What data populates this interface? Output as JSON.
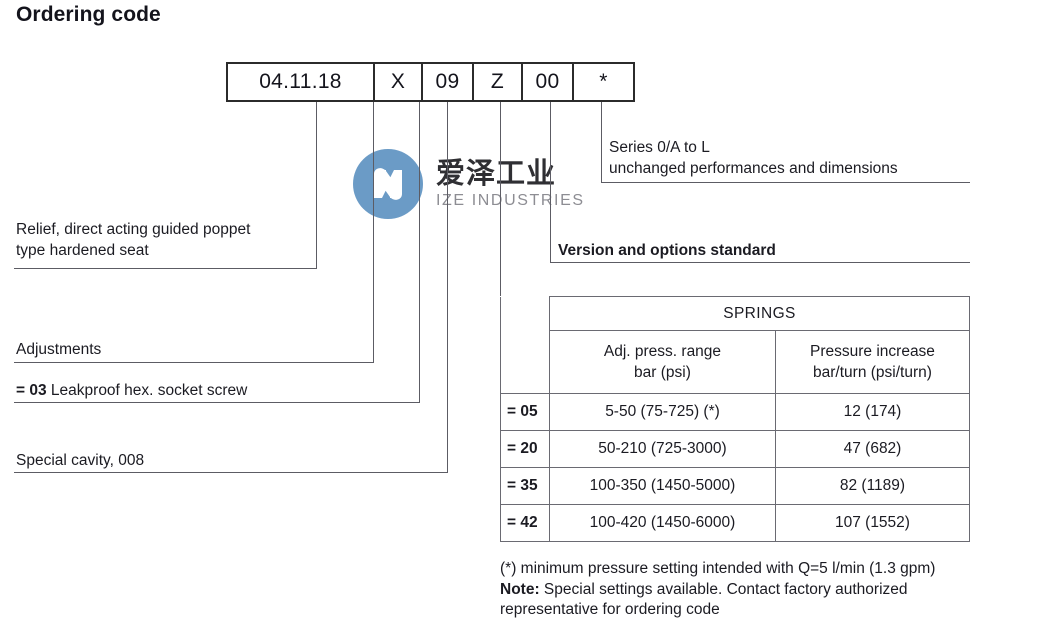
{
  "page": {
    "title": "Ordering code"
  },
  "code_row": {
    "cells": [
      {
        "value": "04.11.18"
      },
      {
        "value": "X"
      },
      {
        "value": "09"
      },
      {
        "value": "Z"
      },
      {
        "value": "00"
      },
      {
        "value": "*"
      }
    ]
  },
  "labels": {
    "relief_line1": "Relief, direct acting guided poppet",
    "relief_line2": "type hardened seat",
    "adjustments": "Adjustments",
    "adjust_code": "= 03",
    "adjust_text": "Leakproof hex. socket screw",
    "special_cavity": "Special cavity, 008",
    "series_line1": "Series 0/A to L",
    "series_line2": "unchanged performances and dimensions",
    "version": "Version and options standard"
  },
  "springs_table": {
    "title": "SPRINGS",
    "headers": [
      "Adj. press. range\nbar (psi)",
      "Pressure increase\nbar/turn (psi/turn)"
    ],
    "header_col1_line1": "Adj. press. range",
    "header_col1_line2": "bar (psi)",
    "header_col2_line1": "Pressure increase",
    "header_col2_line2": "bar/turn (psi/turn)",
    "rows": [
      {
        "code": "= 05",
        "range": "5-50 (75-725) (*)",
        "increase": "12 (174)"
      },
      {
        "code": "= 20",
        "range": "50-210 (725-3000)",
        "increase": "47 (682)"
      },
      {
        "code": "= 35",
        "range": "100-350 (1450-5000)",
        "increase": "82 (1189)"
      },
      {
        "code": "= 42",
        "range": "100-420 (1450-6000)",
        "increase": "107 (1552)"
      }
    ]
  },
  "footnotes": {
    "asterisk": "(*) minimum pressure setting intended with Q=5 l/min (1.3 gpm)",
    "note_label": "Note:",
    "note_text": "Special settings available. Contact factory authorized",
    "note_text2": "representative for ordering code"
  },
  "watermark": {
    "cn": "爱泽工业",
    "en": "IZE INDUSTRIES",
    "mark_color": "#6b9bc6"
  }
}
